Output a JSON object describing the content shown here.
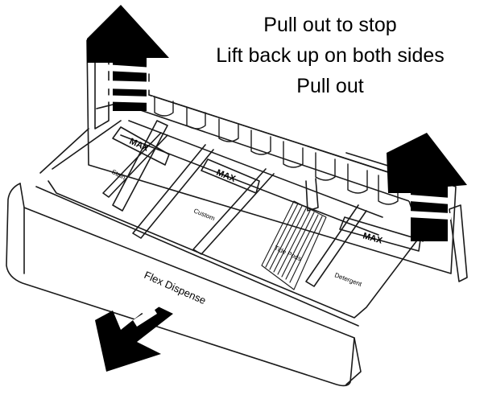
{
  "instructions": [
    "Pull out to stop",
    "Lift back up on both sides",
    "Pull out"
  ],
  "labels": {
    "brand": "Flex Dispense",
    "max": "MAX",
    "compartment_left": "Stain",
    "compartment_mid": "Custom",
    "compartment_tide": "Tide Pods",
    "compartment_right": "Detergent"
  },
  "colors": {
    "arrow": "#000000",
    "line": "#1a1a1a",
    "background": "#ffffff",
    "shade": "#d9d9d9"
  }
}
